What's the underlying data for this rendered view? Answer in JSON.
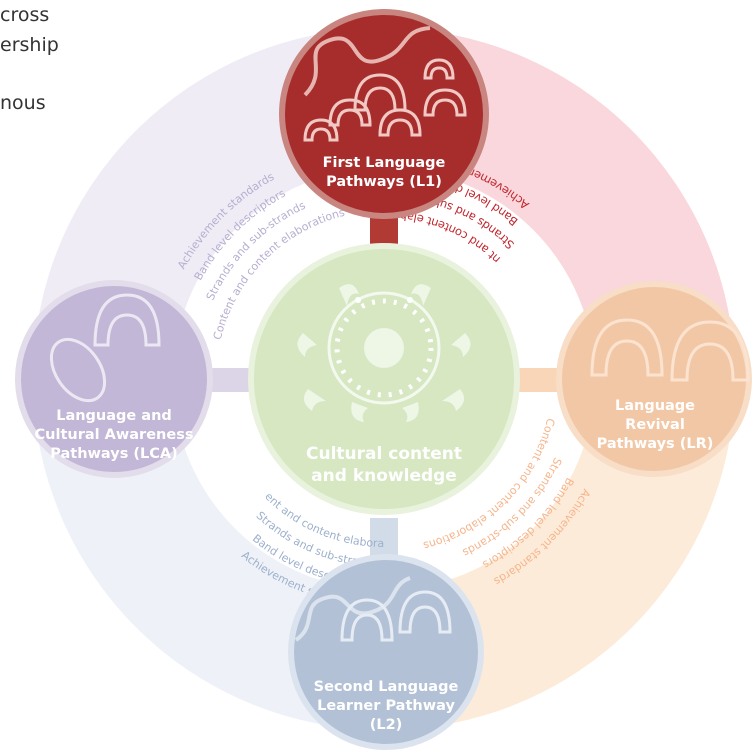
{
  "intro_text_fragments": [
    "cross",
    "ership",
    "nous"
  ],
  "center": {
    "line1": "Cultural content",
    "line2": "and knowledge"
  },
  "pathways": {
    "l1": {
      "line1": "First Language",
      "line2": "Pathways (L1)",
      "color": "#a72d2d",
      "arc_color": "#f9d7dc",
      "text_color": "#b3272d"
    },
    "lr": {
      "line1": "Language",
      "line2": "Revival",
      "line3": "Pathways (LR)",
      "color": "#f2c7a6",
      "arc_color": "#fdebd9",
      "text_color": "#f4b088"
    },
    "l2": {
      "line1": "Second Language",
      "line2": "Learner Pathway",
      "line3": "(L2)",
      "color": "#b3c1d6",
      "arc_color": "#e8eef6",
      "text_color": "#94a8c6"
    },
    "lca": {
      "line1": "Language and",
      "line2": "Cultural Awareness",
      "line3": "Pathways (LCA)",
      "color": "#c2b7d6",
      "arc_color": "#ede9f4",
      "text_color": "#b5aacd"
    }
  },
  "curriculum_elements": [
    "Achievement standards",
    "Band level descriptors",
    "Strands and sub-strands",
    "Content and content elaborations"
  ],
  "center_color": "#d6e7c2"
}
